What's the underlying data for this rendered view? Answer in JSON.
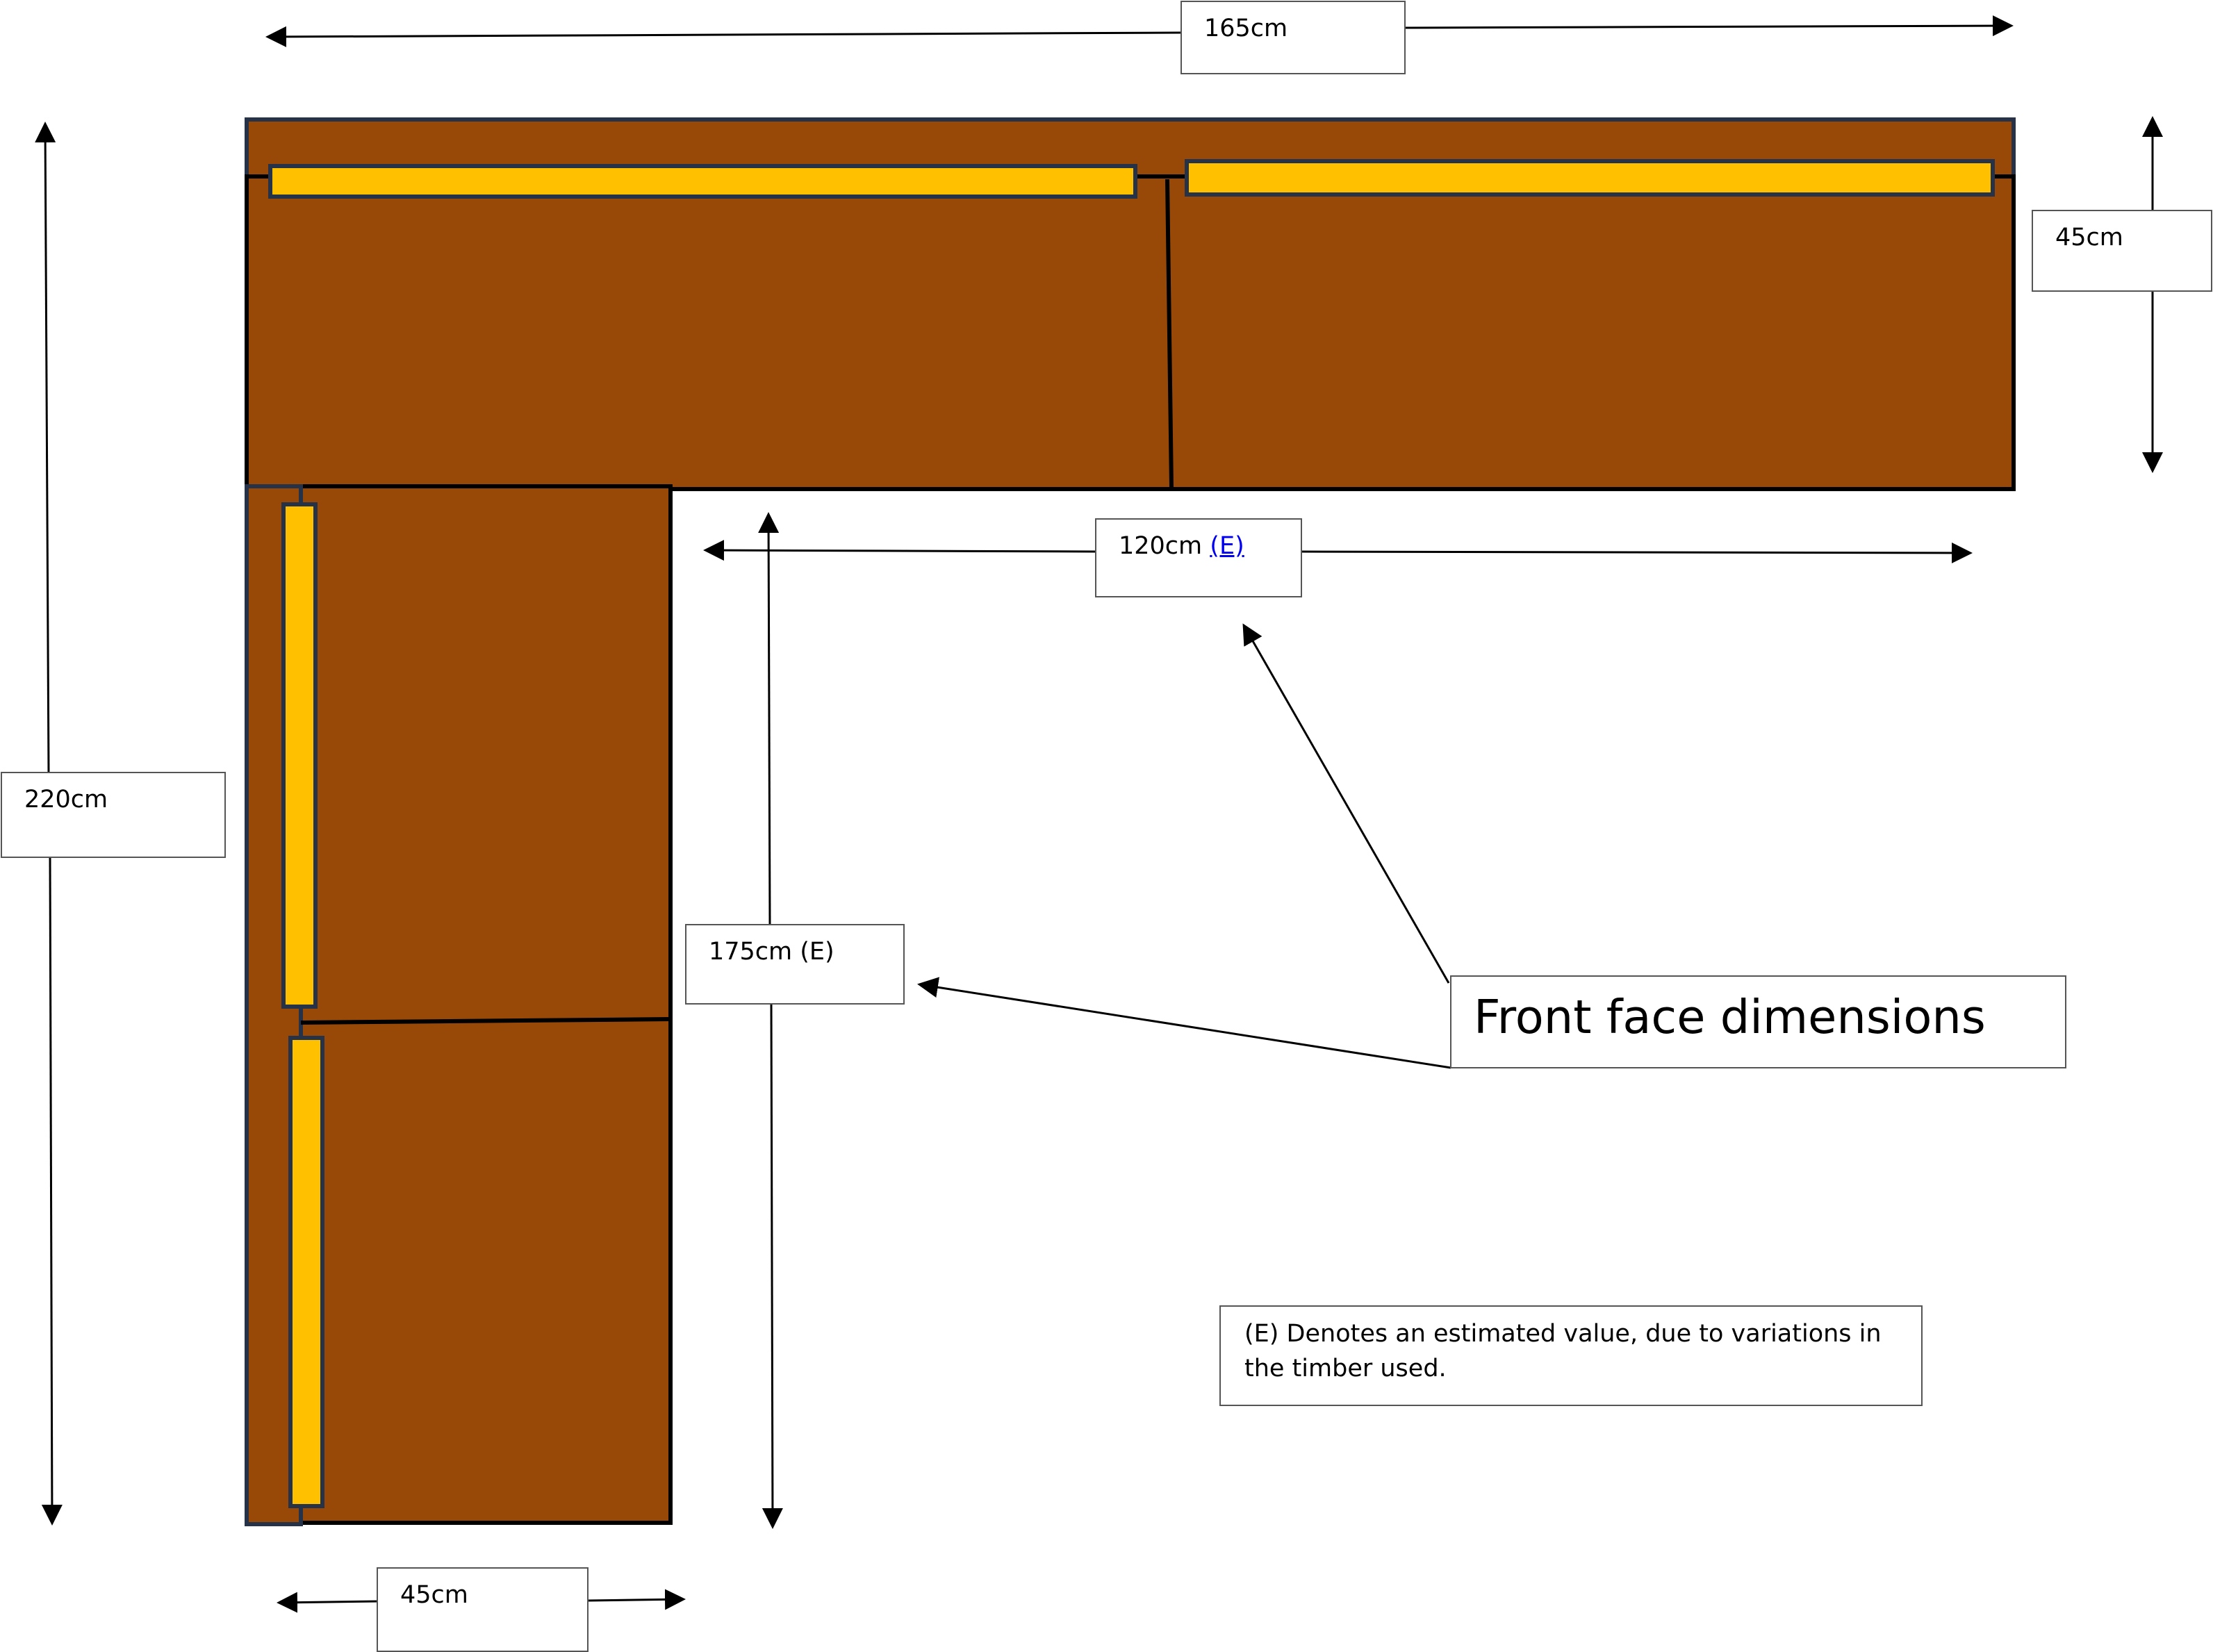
{
  "colors": {
    "wood": "#984907",
    "wood_outline": "#000000",
    "trim_outline": "#263248",
    "slat": "#ffc000",
    "arrow": "#000000"
  },
  "labels": {
    "top_width": "165cm",
    "right_depth": "45cm",
    "left_height": "220cm",
    "inner_width_value": "120cm",
    "inner_width_marker": "(E)",
    "inner_height": "175cm (E)",
    "bottom_depth": "45cm",
    "callout": "Front face dimensions",
    "note": "(E) Denotes an estimated value, due to variations in the timber used."
  }
}
